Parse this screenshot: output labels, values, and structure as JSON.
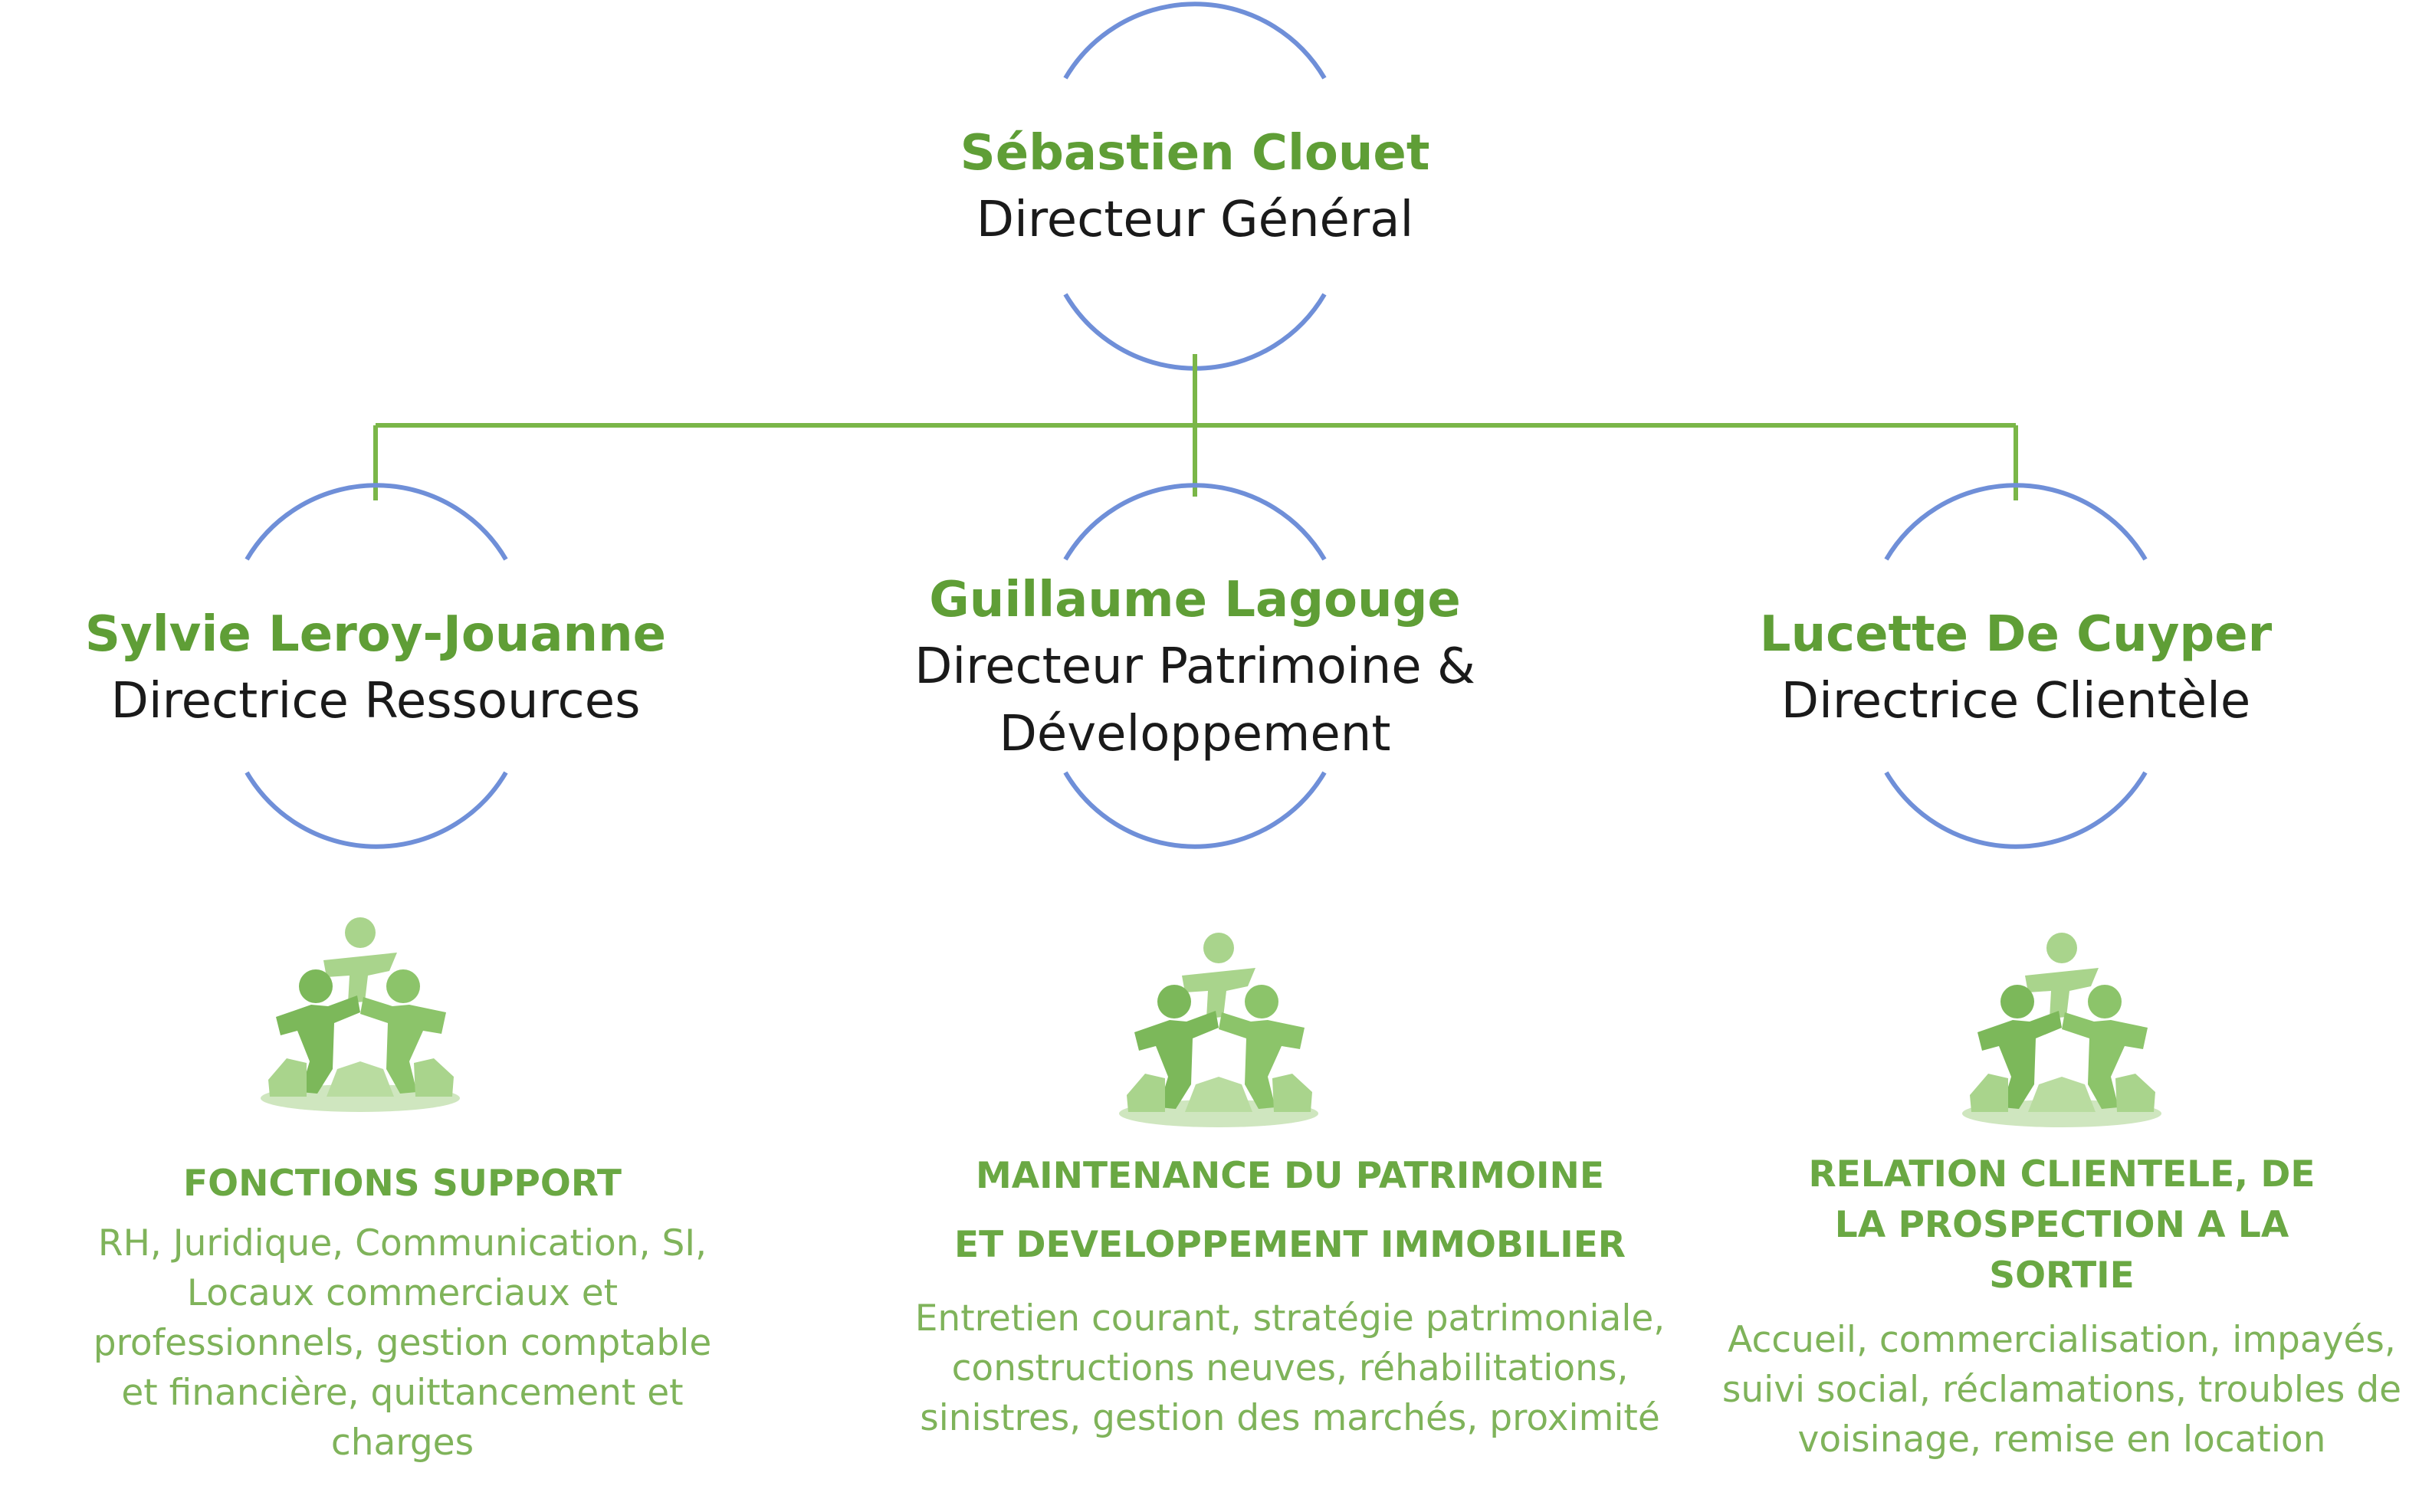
{
  "chart": {
    "root": {
      "name": "Sébastien Clouet",
      "role": "Directeur Général"
    },
    "children": [
      {
        "name": "Sylvie Leroy-Jouanne",
        "role": "Directrice Ressources",
        "department": {
          "title": "FONCTIONS SUPPORT",
          "description": "RH, Juridique, Communication, SI, Locaux commerciaux et professionnels, gestion comptable et financière, quittancement et charges"
        }
      },
      {
        "name": "Guillaume Lagouge",
        "role": "Directeur Patrimoine & Développement",
        "department": {
          "title": "MAINTENANCE DU PATRIMOINE ET DEVELOPPEMENT IMMOBILIER",
          "description": "Entretien courant, stratégie patrimoniale, constructions neuves, réhabilitations, sinistres, gestion des marchés, proximité"
        }
      },
      {
        "name": "Lucette De Cuyper",
        "role": "Directrice Clientèle",
        "department": {
          "title": "RELATION CLIENTELE, DE LA PROSPECTION A LA SORTIE",
          "description": "Accueil, commercialisation, impayés, suivi social, réclamations, troubles de voisinage, remise en location"
        }
      }
    ]
  },
  "colors": {
    "arc": "#6f8fd8",
    "connector": "#7ab648",
    "name": "#5f9e36",
    "role": "#1a1a1a",
    "department": "#7fb35a",
    "icon_primary": "#7cb85a",
    "icon_secondary": "#a9d48c"
  },
  "icons": {
    "team": "team-people-icon"
  }
}
